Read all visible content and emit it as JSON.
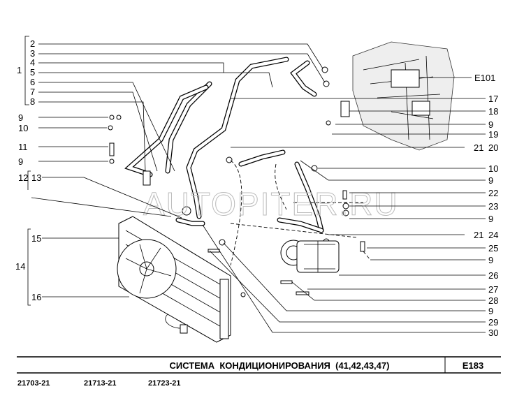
{
  "diagram": {
    "watermark": "AUTOPITER.RU",
    "left_labels": [
      "2",
      "3",
      "4",
      "5",
      "6",
      "7",
      "8",
      "1",
      "9",
      "10",
      "11",
      "9",
      "12",
      "13",
      "15",
      "14",
      "16"
    ],
    "right_labels": [
      "E101",
      "17",
      "18",
      "9",
      "19",
      "21",
      "20",
      "10",
      "9",
      "22",
      "23",
      "9",
      "21",
      "24",
      "25",
      "9",
      "26",
      "27",
      "28",
      "9",
      "29",
      "30"
    ]
  },
  "footer": {
    "title": "СИСТЕМА  КОНДИЦИОНИРОВАНИЯ  (41,42,43,47)",
    "page_code": "E183",
    "models": [
      "21703-21",
      "21713-21",
      "21723-21"
    ]
  }
}
